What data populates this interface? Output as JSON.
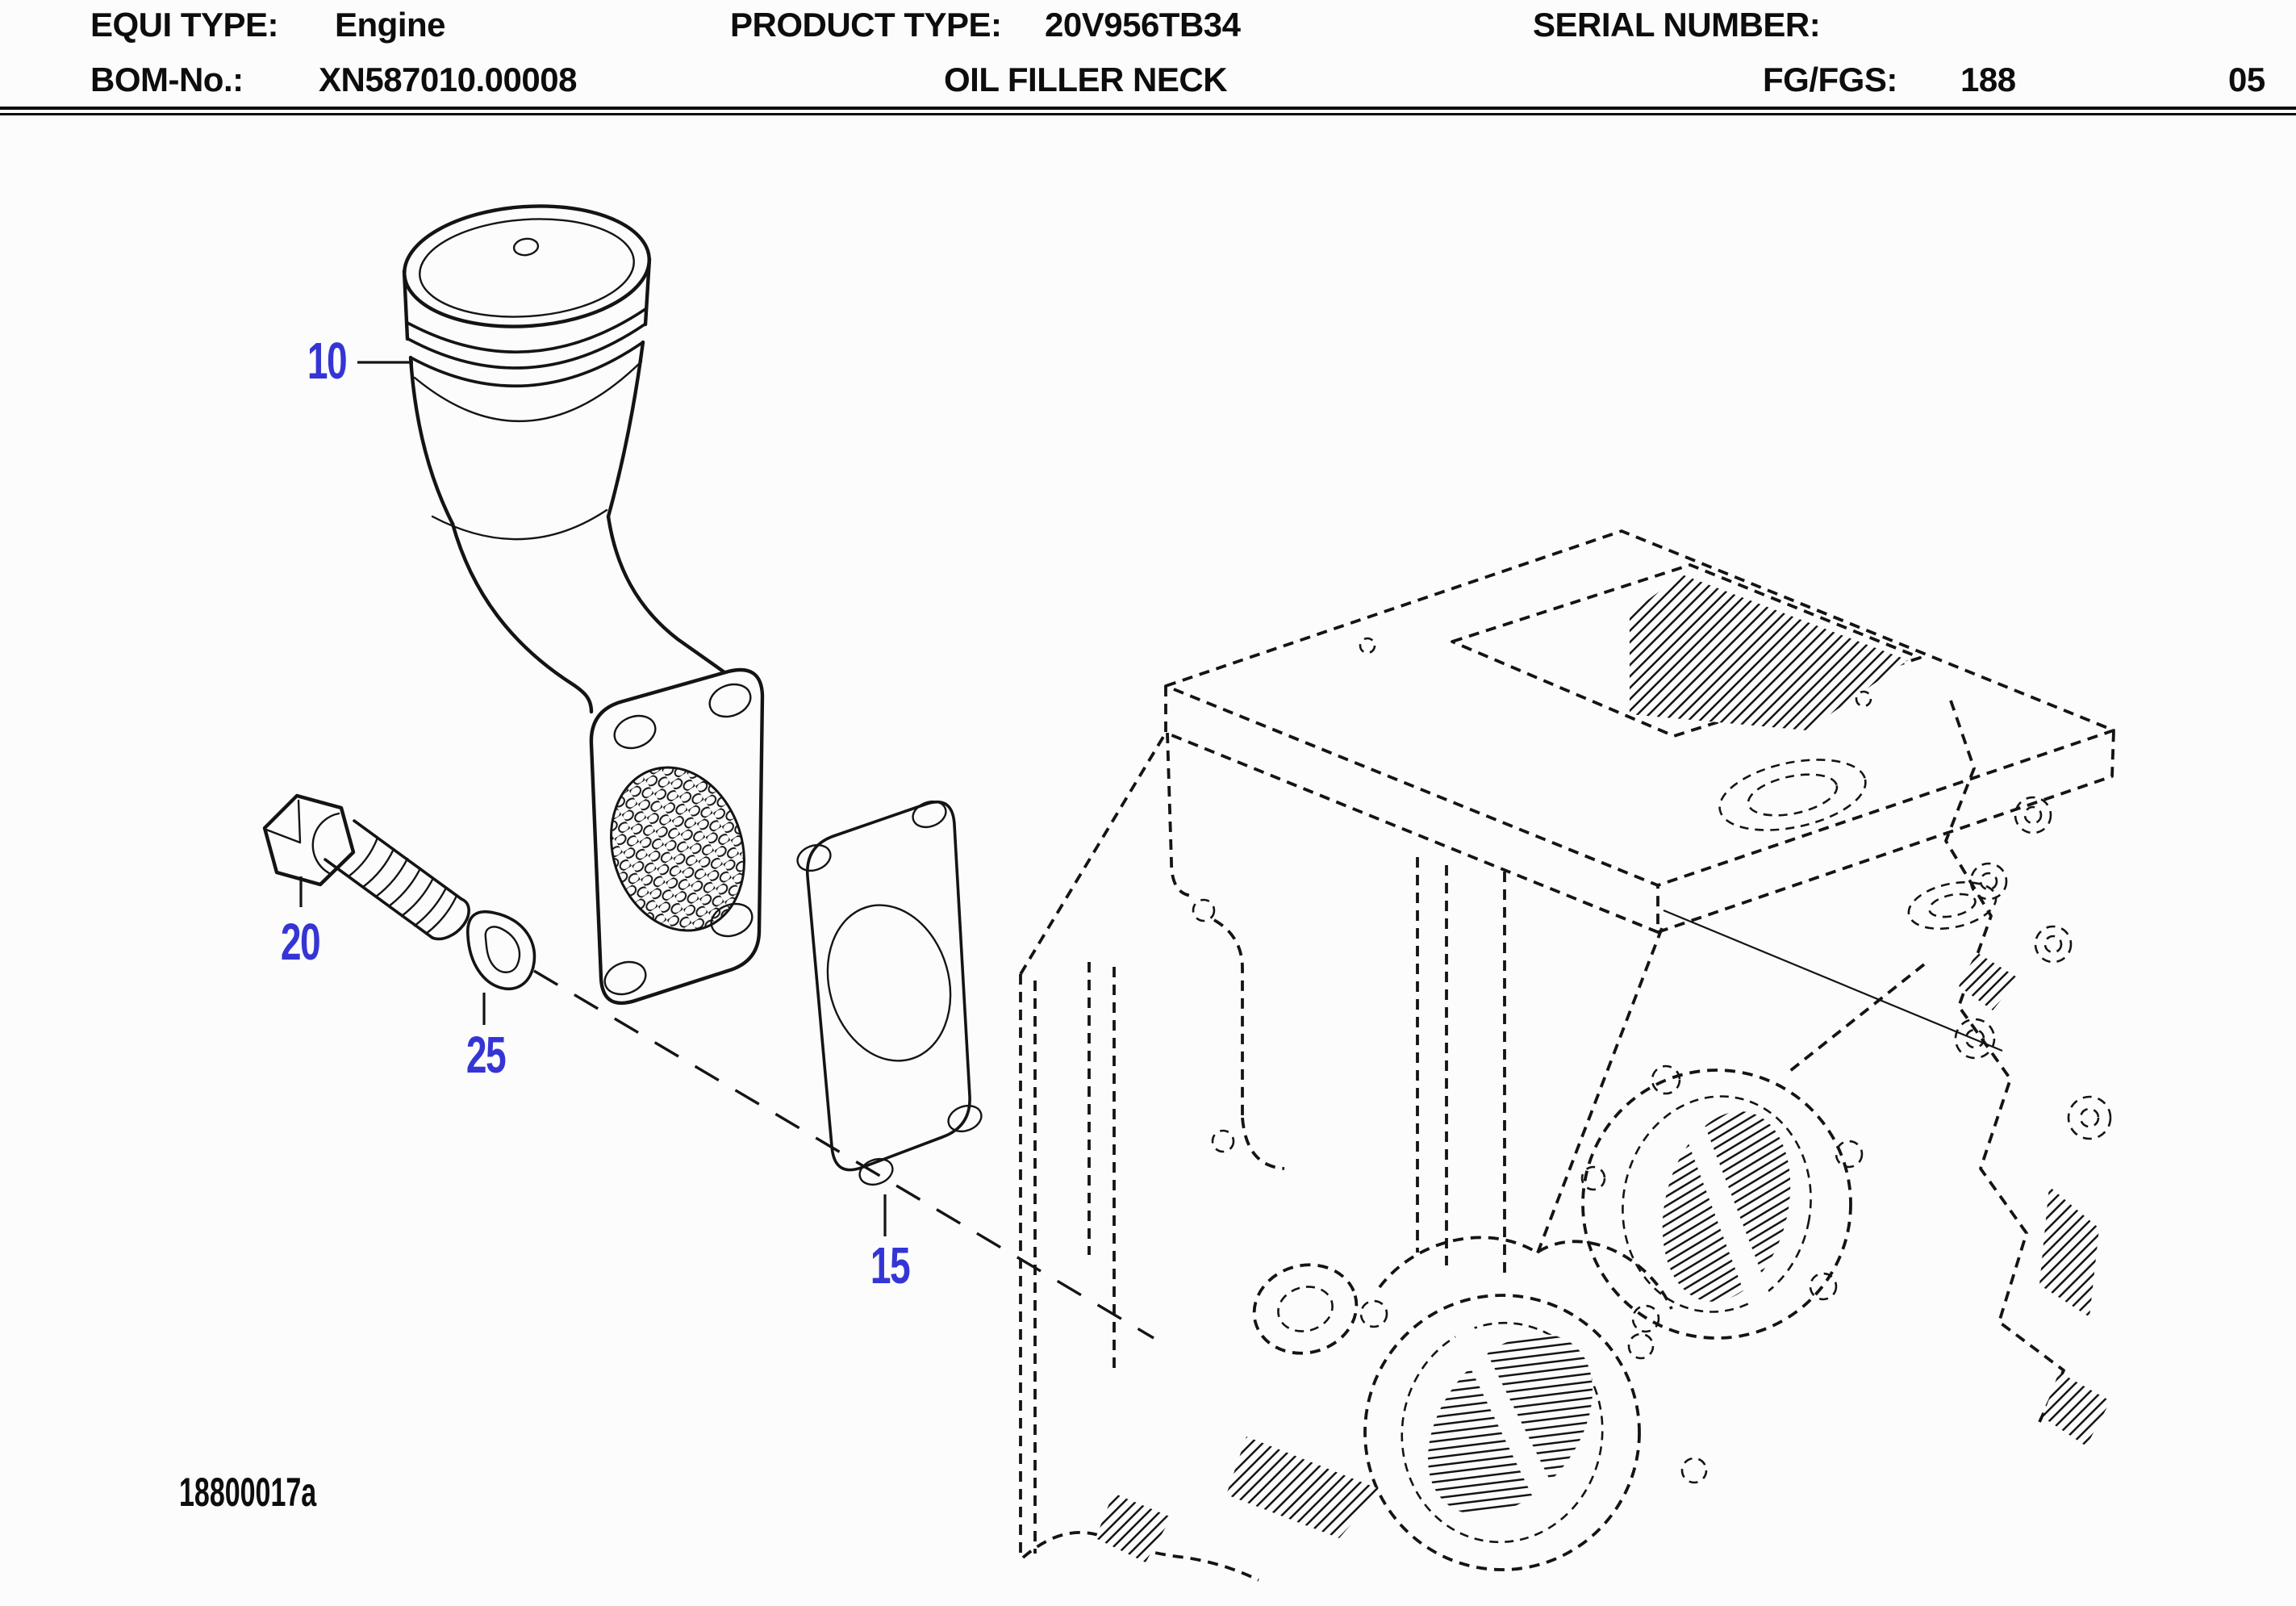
{
  "header": {
    "equi_type_label": "EQUI TYPE:",
    "equi_type_value": "Engine",
    "product_type_label": "PRODUCT TYPE:",
    "product_type_value": "20V956TB34",
    "serial_number_label": "SERIAL NUMBER:",
    "serial_number_value": "",
    "bom_no_label": "BOM-No.:",
    "bom_no_value": "XN587010.00008",
    "sheet_title": "OIL FILLER NECK",
    "fg_fgs_label": "FG/FGS:",
    "fg_fgs_value": "188",
    "page_number": "05"
  },
  "callouts": [
    {
      "label": "10"
    },
    {
      "label": "20"
    },
    {
      "label": "25"
    },
    {
      "label": "15"
    }
  ],
  "drawing_number": "18800017a",
  "colors": {
    "callout_blue": "#3535d6",
    "line_black": "#141414",
    "background": "#fcfcfc"
  }
}
